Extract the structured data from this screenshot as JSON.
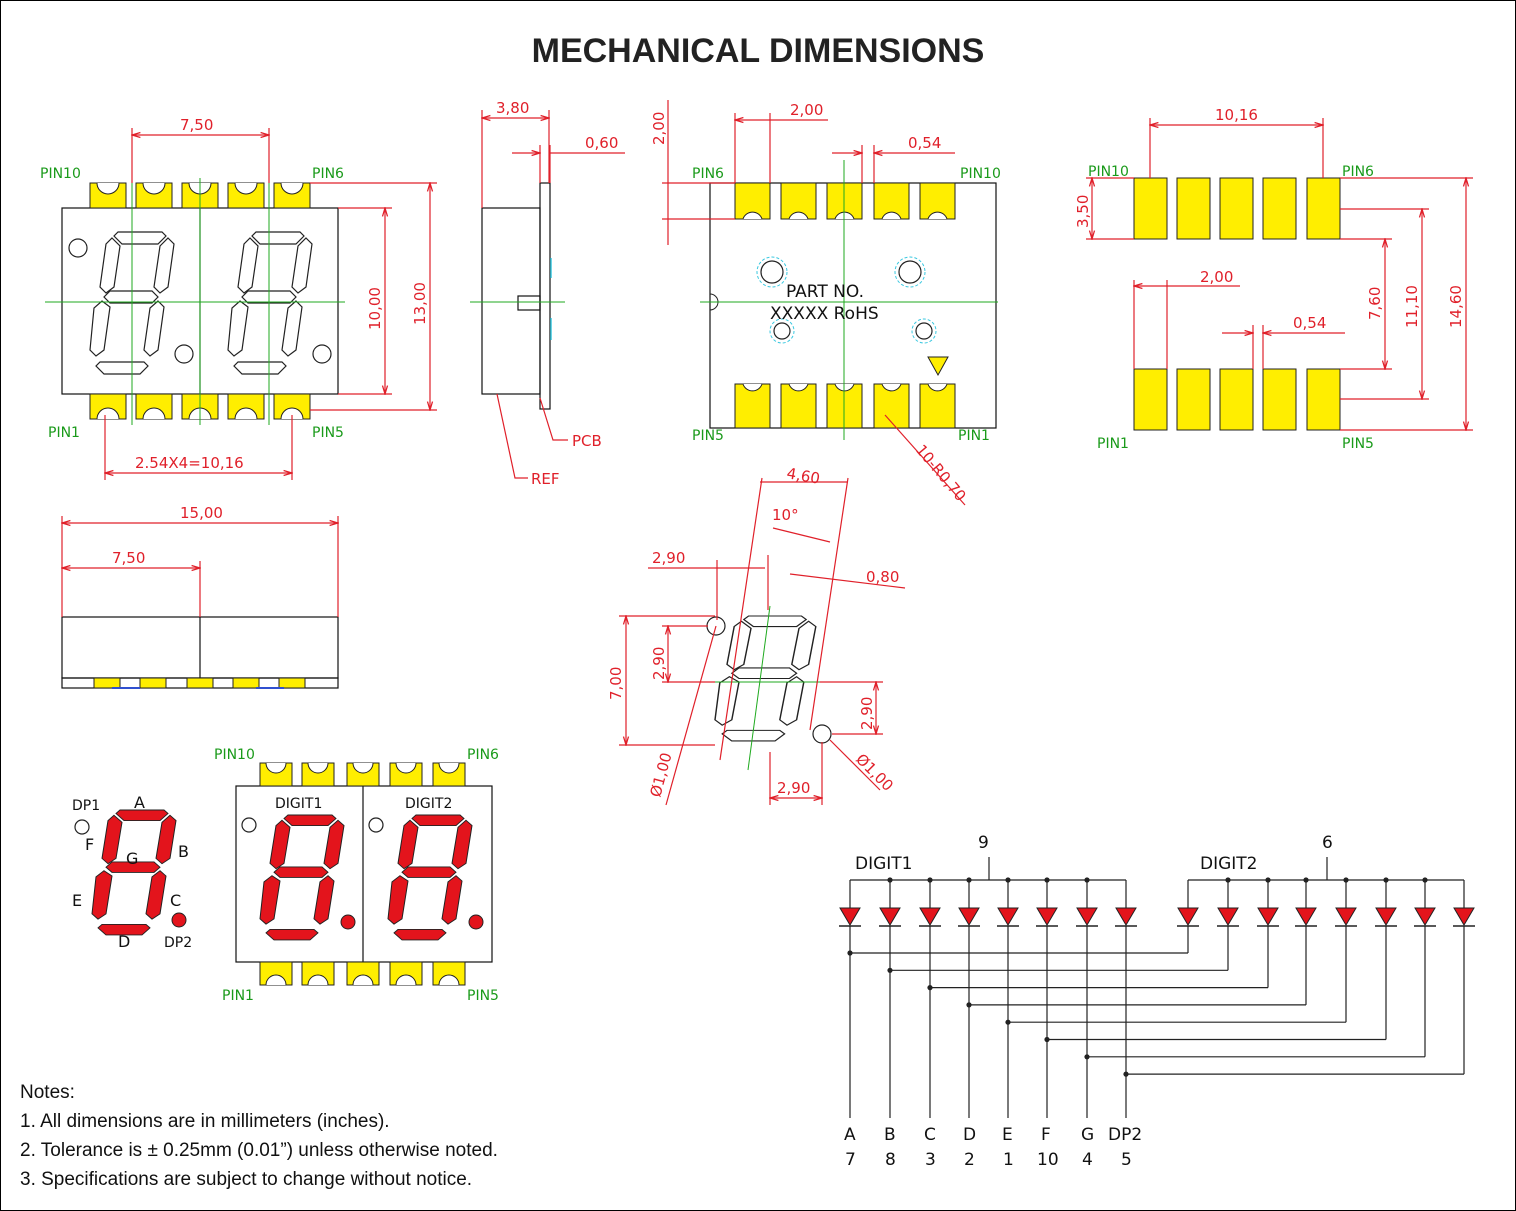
{
  "title": "MECHANICAL DIMENSIONS",
  "notes": {
    "heading": "Notes:",
    "items": [
      "1. All dimensions are in millimeters (inches).",
      "2. Tolerance is ± 0.25mm (0.01”) unless otherwise noted.",
      "3. Specifications are subject to change without notice."
    ]
  },
  "front_view": {
    "pin_top_left": "PIN10",
    "pin_top_right": "PIN6",
    "pin_bottom_left": "PIN1",
    "pin_bottom_right": "PIN5",
    "dim_top": "7,50",
    "dim_height_inner": "10,00",
    "dim_height_total": "13,00",
    "dim_pitch": "2.54X4=10,16"
  },
  "side_view": {
    "dim_depth": "3,80",
    "dim_pcb": "0,60",
    "label_pcb": "PCB",
    "label_ref": "REF"
  },
  "back_view": {
    "dim_offset": "2,00",
    "dim_pitch": "2,00",
    "dim_gap": "0,54",
    "pin_top_left": "PIN6",
    "pin_top_right": "PIN10",
    "pin_bottom_left": "PIN5",
    "pin_bottom_right": "PIN1",
    "part_line1": "PART  NO.",
    "part_line2": "XXXXX  RoHS",
    "dim_radius": "10-R0,70"
  },
  "footprint": {
    "dim_span": "10,16",
    "dim_pad_h": "3,50",
    "dim_pitch": "2,00",
    "dim_gap": "0,54",
    "dim_inner": "7,60",
    "dim_mid": "11,10",
    "dim_total": "14,60",
    "pin_top_left": "PIN10",
    "pin_top_right": "PIN6",
    "pin_bottom_left": "PIN1",
    "pin_bottom_right": "PIN5"
  },
  "bottom_view": {
    "dim_total": "15,00",
    "dim_half": "7,50"
  },
  "digit_detail": {
    "dim_width": "4,60",
    "dim_angle": "10°",
    "dim_left": "2,90",
    "dim_seg": "0,80",
    "dim_height": "7,00",
    "dim_upper": "2,90",
    "dim_lower": "2,90",
    "dim_bottom": "2,90",
    "dim_dp_left": "Ø1,00",
    "dim_dp_right": "Ø1,00"
  },
  "segment_map": {
    "labels": {
      "dp1": "DP1",
      "a": "A",
      "b": "B",
      "c": "C",
      "d": "D",
      "e": "E",
      "f": "F",
      "g": "G",
      "dp2": "DP2"
    }
  },
  "color_view": {
    "pin_top_left": "PIN10",
    "pin_top_right": "PIN6",
    "pin_bottom_left": "PIN1",
    "pin_bottom_right": "PIN5",
    "digit1": "DIGIT1",
    "digit2": "DIGIT2"
  },
  "circuit": {
    "digit1_label": "DIGIT1",
    "digit1_pin": "9",
    "digit2_label": "DIGIT2",
    "digit2_pin": "6",
    "segments": [
      "A",
      "B",
      "C",
      "D",
      "E",
      "F",
      "G",
      "DP2"
    ],
    "pins": [
      "7",
      "8",
      "3",
      "2",
      "1",
      "10",
      "4",
      "5"
    ]
  },
  "colors": {
    "dimension": "#e0202a",
    "centerline": "#1faa1f",
    "pad": "#ffee00",
    "segment_on": "#e3141c"
  }
}
